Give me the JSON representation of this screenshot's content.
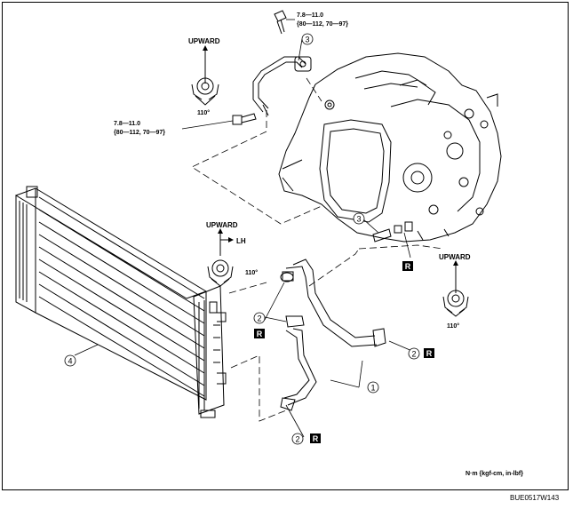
{
  "labels": {
    "upward": "UPWARD",
    "lh": "LH",
    "angle": "110°",
    "torque_value": "7.8—11.0",
    "torque_units": "{80—112, 70—97}",
    "reuse_mark": "R",
    "units_note": "N·m {kgf-cm, in-lbf}",
    "diagram_code": "BUE0517W143"
  },
  "callouts": [
    "1",
    "2",
    "3",
    "4"
  ]
}
